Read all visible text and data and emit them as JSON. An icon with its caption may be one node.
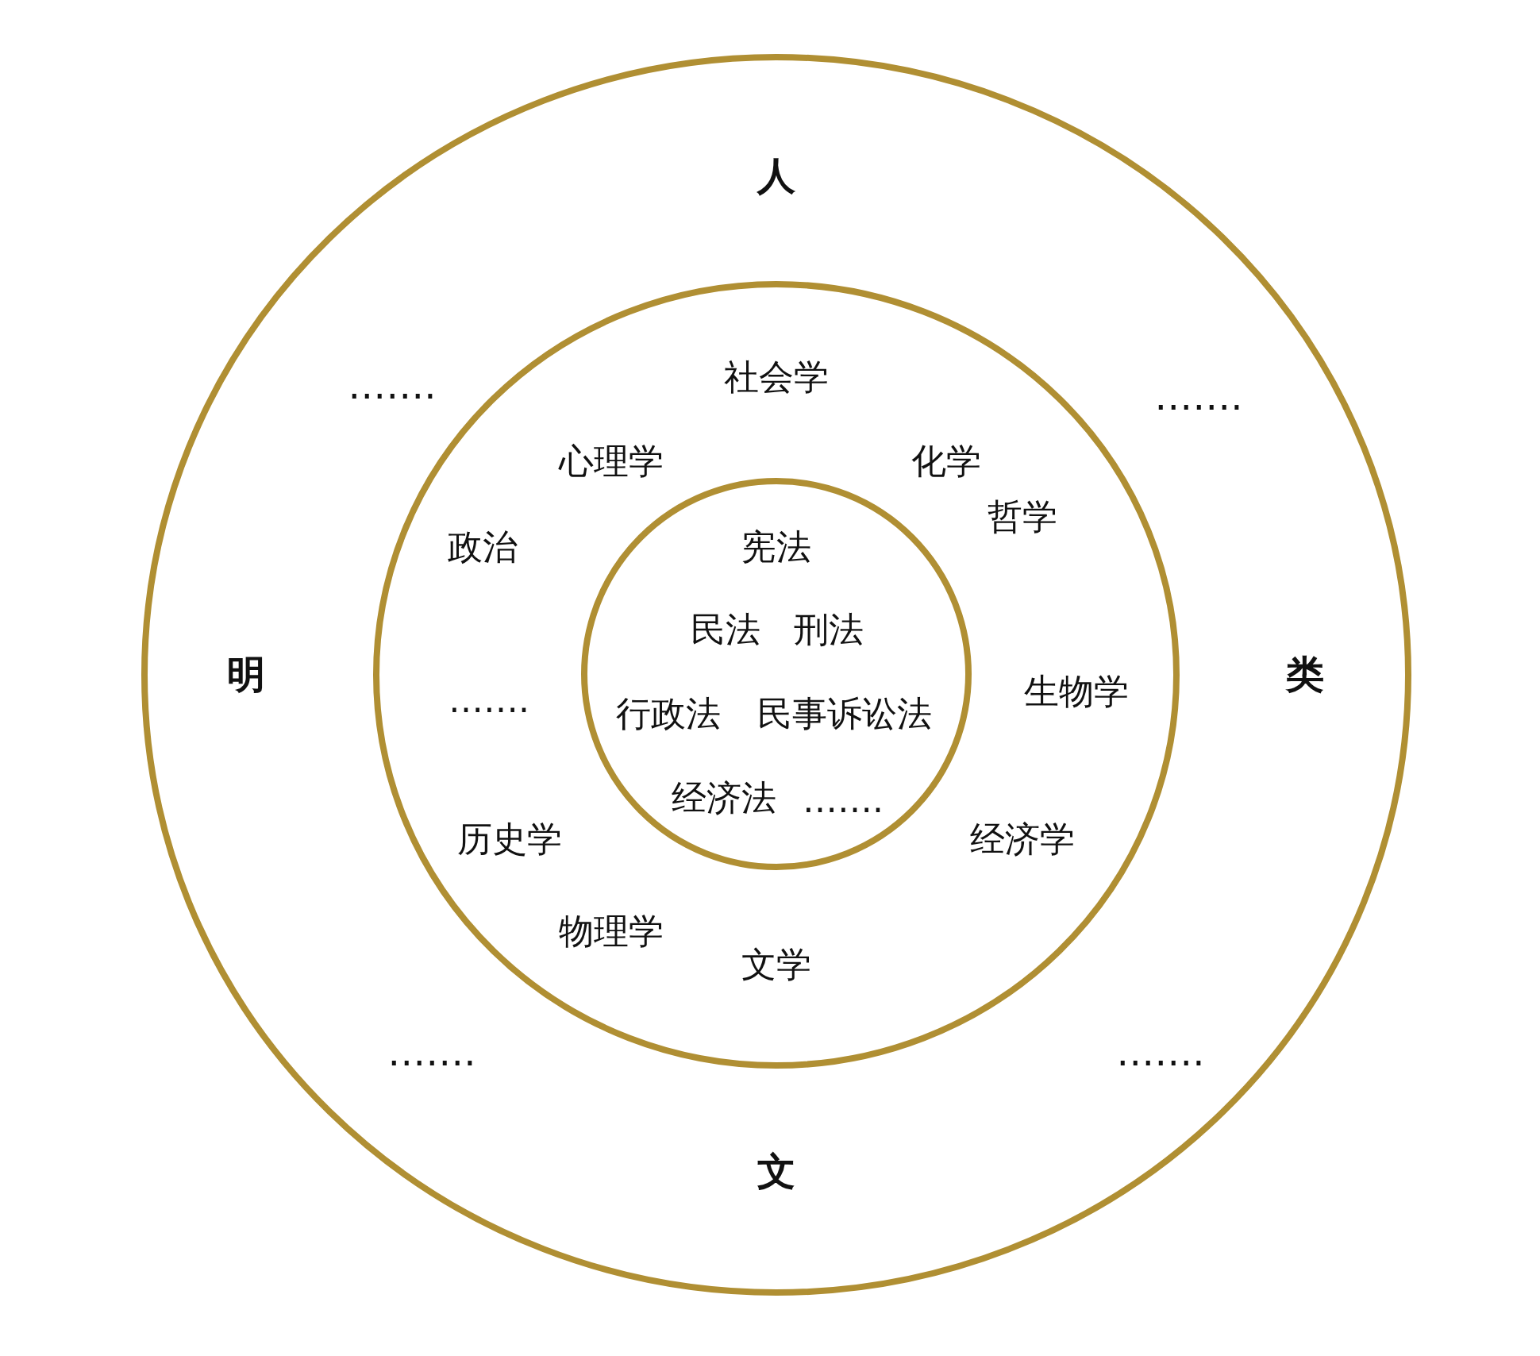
{
  "diagram": {
    "nodes": [
      {
        "text": [
          "人",
          "…….",
          "…….",
          "明",
          "类",
          "…….",
          "…….",
          "文"
        ]
      },
      {
        "text": [
          "社会学",
          "心理学",
          "化学",
          "哲学",
          "政治",
          "…….",
          "生物学",
          "历史学",
          "经济学",
          "物理学",
          "文学"
        ],
        "in": 0
      },
      {
        "text": [
          "宪法",
          "民法",
          "刑法",
          "行政法",
          "民事诉讼法",
          "经济法",
          "……."
        ],
        "in": 1
      }
    ]
  }
}
